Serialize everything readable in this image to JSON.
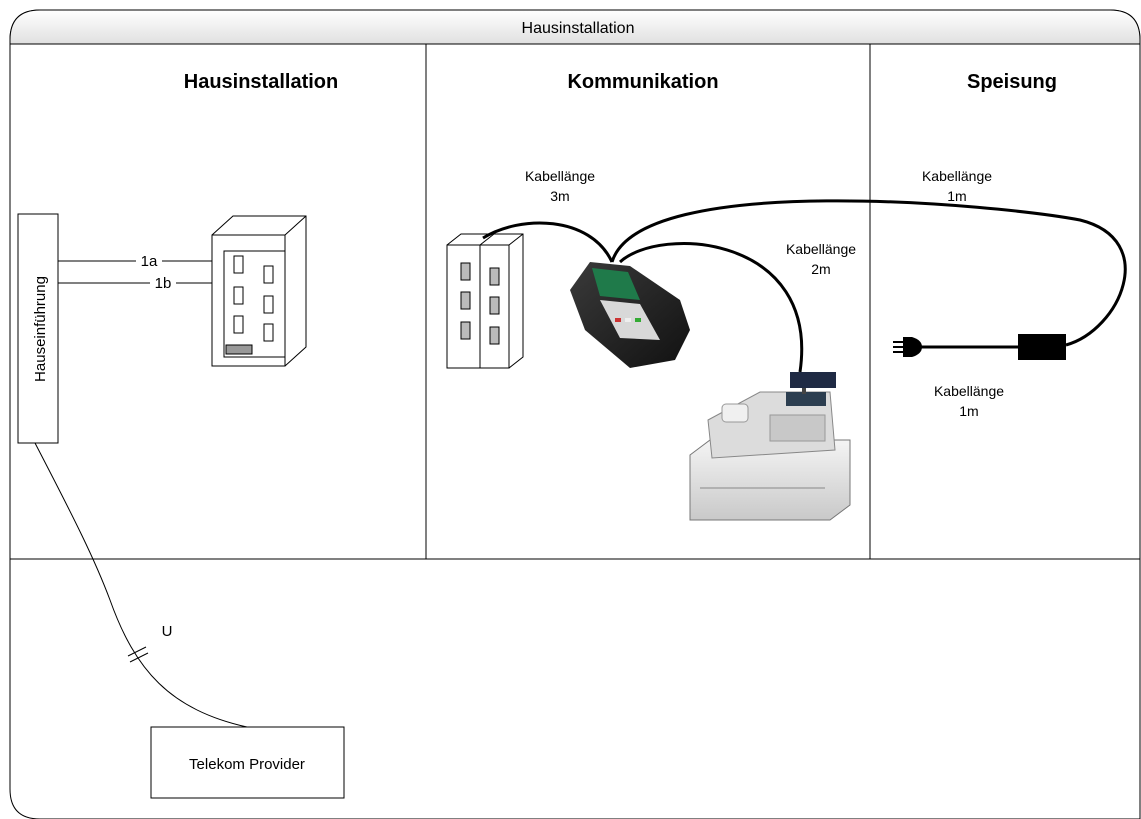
{
  "frame": {
    "title": "Hausinstallation"
  },
  "columns": {
    "hausinstallation": "Hausinstallation",
    "kommunikation": "Kommunikation",
    "speisung": "Speisung"
  },
  "house_entry": {
    "label": "Hauseinführung",
    "wire_a": "1a",
    "wire_b": "1b"
  },
  "cables": {
    "comm_line1": "Kabellänge",
    "comm_line2": "3m",
    "register_line1": "Kabellänge",
    "register_line2": "2m",
    "power_top_line1": "Kabellänge",
    "power_top_line2": "1m",
    "power_bottom_line1": "Kabellänge",
    "power_bottom_line2": "1m"
  },
  "provider": {
    "line_label": "U",
    "box_label": "Telekom Provider"
  },
  "colors": {
    "header_gradient_top": "#ffffff",
    "header_gradient_bottom": "#e3e3e3",
    "line": "#000000",
    "register_body": "#e8e8e8",
    "terminal_body": "#2a2a2a",
    "terminal_screen": "#1f7a4a"
  }
}
